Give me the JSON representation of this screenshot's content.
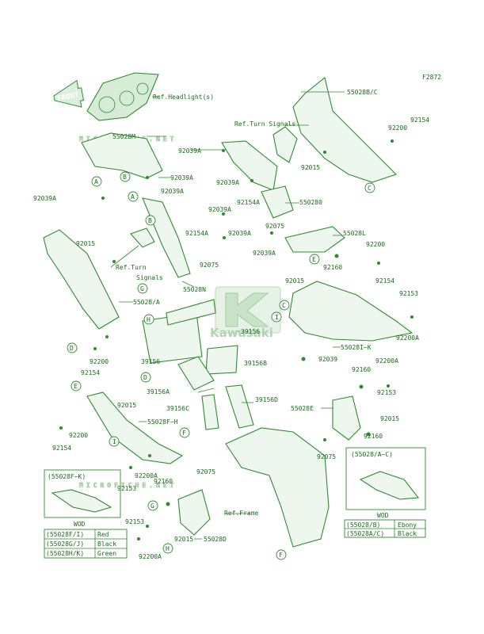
{
  "figure_code": "F2872",
  "front_label": "FRONT",
  "watermark_text": "MICROFICHE.NET",
  "logo_text": "Kawasaki",
  "callout_letters": {
    "A": "A",
    "B": "B",
    "C": "C",
    "D": "D",
    "E": "E",
    "F": "F",
    "G": "G",
    "H": "H",
    "I": "I"
  },
  "labels": {
    "ref_headlight": "Ref.Headlight(s)",
    "ref_turn_signals": "Ref.Turn Signals",
    "ref_turn_signals_left_1": "Ref.Turn",
    "ref_turn_signals_left_2": "Signals",
    "ref_frame": "Ref.Frame",
    "p55028bc": "55028B/C",
    "p55028m": "55028M",
    "p55028o": "550280",
    "p55028l": "55028L",
    "p55028n": "55028N",
    "p55028a": "55028/A",
    "p55028ik": "55028I~K",
    "p55028e": "55028E",
    "p55028fh": "55028F~H",
    "p55028d": "55028D",
    "p92039a": "92039A",
    "p92039": "92039",
    "p92015": "92015",
    "p92154": "92154",
    "p92154a": "92154A",
    "p92200": "92200",
    "p92200a": "92200A",
    "p92075": "92075",
    "p92160": "92160",
    "p92153": "92153",
    "p39156": "39156",
    "p39156a": "39156A",
    "p39156b": "39156B",
    "p39156c": "39156C",
    "p39156d": "39156D"
  },
  "inset_left": {
    "title": "(55028F~K)",
    "wod": "WOD",
    "rows": [
      {
        "code": "(55028F/I)",
        "color": "Red"
      },
      {
        "code": "(55028G/J)",
        "color": "Black"
      },
      {
        "code": "(55028H/K)",
        "color": "Green"
      }
    ]
  },
  "inset_right": {
    "title": "(55028/A~C)",
    "wod": "WOD",
    "rows": [
      {
        "code": "(55028/B)",
        "color": "Ebony"
      },
      {
        "code": "(55028A/C)",
        "color": "Black"
      }
    ]
  },
  "colors": {
    "line": "#2e8b2e",
    "text": "#1b6b1b",
    "fill": "#dcefdc"
  }
}
